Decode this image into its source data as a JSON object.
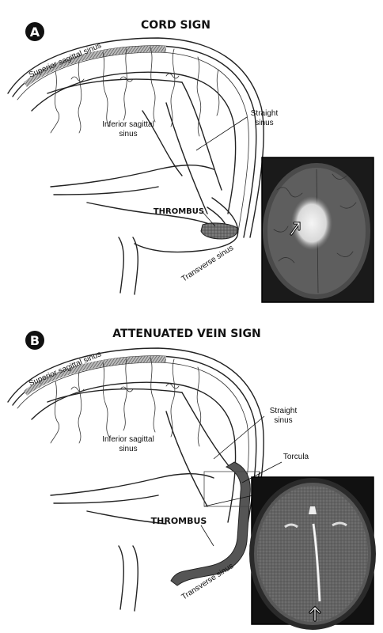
{
  "panel_a": {
    "badge": "A",
    "title": "CORD SIGN",
    "labels": {
      "superior_sagittal": "Superior sagittal sinus",
      "inferior_sagittal_1": "Inferior sagittal",
      "inferior_sagittal_2": "sinus",
      "straight_1": "Straight",
      "straight_2": "sinus",
      "thrombus": "THROMBUS",
      "transverse": "Transverse sinus"
    }
  },
  "panel_b": {
    "badge": "B",
    "title": "ATTENUATED VEIN SIGN",
    "labels": {
      "superior_sagittal": "Superior sagittal sinus",
      "inferior_sagittal_1": "Inferior sagittal",
      "inferior_sagittal_2": "sinus",
      "straight_1": "Straight",
      "straight_2": "sinus",
      "torcula": "Torcula",
      "thrombus": "THROMBUS",
      "transverse": "Transverse sinus"
    }
  },
  "colors": {
    "badge": "#111111",
    "thrombus_fill": "#555555",
    "mri_bg": "#1a1a1a",
    "ct_bg": "#3a3a3a"
  }
}
